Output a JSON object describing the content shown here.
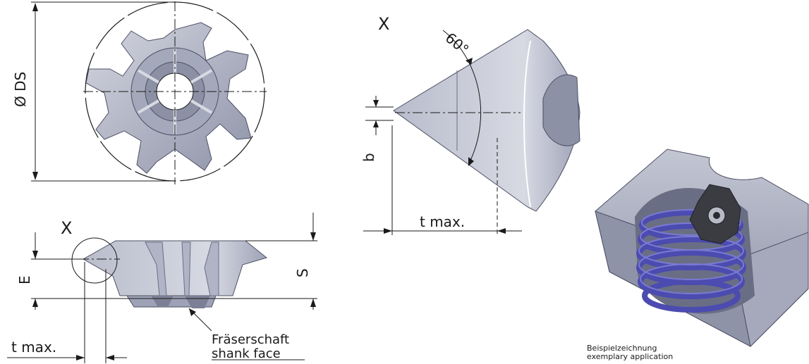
{
  "labels": {
    "diameter": "Ø DS",
    "detail_x_top": "X",
    "angle": "60°",
    "dim_b": "b",
    "tmax_detail": "t max.",
    "detail_x_side": "X",
    "dim_e": "E",
    "dim_s": "S",
    "tmax_side": "t max.",
    "shank_de": "Fräserschaft",
    "shank_en": "shank face",
    "caption_de": "Beispielzeichnung",
    "caption_en": "exemplary application"
  },
  "colors": {
    "steel_light": "#c9ccd8",
    "steel_mid": "#9fa3b6",
    "steel_dark": "#6f7388",
    "thread_blue": "#4b4bb0",
    "insert_dark": "#3b3c42"
  }
}
